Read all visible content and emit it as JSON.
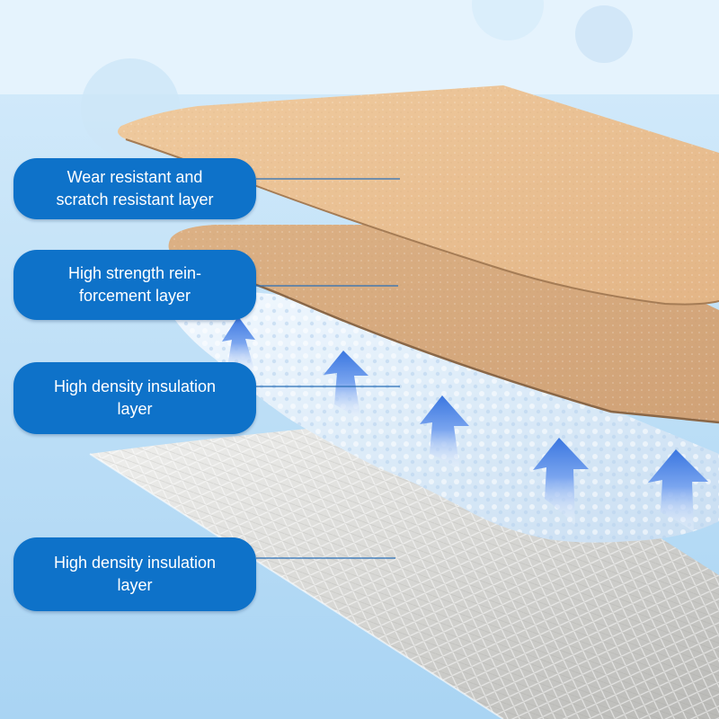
{
  "labels": [
    {
      "id": "wear-resistant",
      "lines": [
        "Wear resistant and",
        "scratch resistant layer"
      ]
    },
    {
      "id": "reinforcement",
      "lines": [
        "High strength rein-",
        "forcement layer"
      ]
    },
    {
      "id": "insulation-top",
      "lines": [
        "High density insulation",
        "layer"
      ]
    },
    {
      "id": "insulation-bottom",
      "lines": [
        "High density insulation",
        "layer"
      ]
    }
  ],
  "colors": {
    "background": "#bfe0f7",
    "label_fill": "#0e72c9",
    "label_text": "#ffffff",
    "top_layer": "#e9bd8c",
    "reinforcement_layer": "#d7aa7c",
    "foam_layer": "#e4f1fc",
    "foil_layer": "#d8d8d6",
    "arrow": "#3f7fe3"
  },
  "icons": [
    "up-arrow-icon"
  ]
}
